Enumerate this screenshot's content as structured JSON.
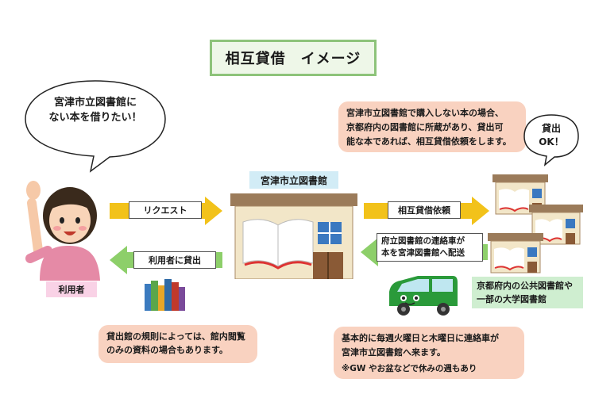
{
  "title": "相互貸借　イメージ",
  "user_bubble": {
    "line1": "宮津市立図書館に",
    "line2": "ない本を借りたい！"
  },
  "user_label": "利用者",
  "library_label": "宮津市立図書館",
  "arrows": {
    "request": "リクエスト",
    "lend_to_user": "利用者に貸出",
    "ill_request": "相互貸借依頼",
    "delivery_line1": "府立図書館の連絡車が",
    "delivery_line2": "本を宮津図書館へ配送"
  },
  "explain_box": {
    "line1": "宮津市立図書館で購入しない本の場合、",
    "line2": "京都府内の図書館に所蔵があり、貸出可",
    "line3": "能な本であれば、相互貸借依頼をします。"
  },
  "ok_bubble": {
    "line1": "貸出",
    "line2": "OK！"
  },
  "partner_label": {
    "line1": "京都府内の公共図書館や",
    "line2": "一部の大学図書館"
  },
  "rules_box": {
    "line1": "貸出館の規則によっては、館内閲覧",
    "line2": "のみの資料の場合もあります。"
  },
  "schedule_box": {
    "line1": "基本的に毎週火曜日と木曜日に連絡車が",
    "line2": "宮津市立図書館へ来ます。",
    "note": "※GW やお盆などで休みの週もあり"
  },
  "colors": {
    "arrow": "#f2c21a",
    "arrow_green": "#8dcf6a",
    "peach": "#f9d2c0",
    "van": "#2a9a3a"
  }
}
